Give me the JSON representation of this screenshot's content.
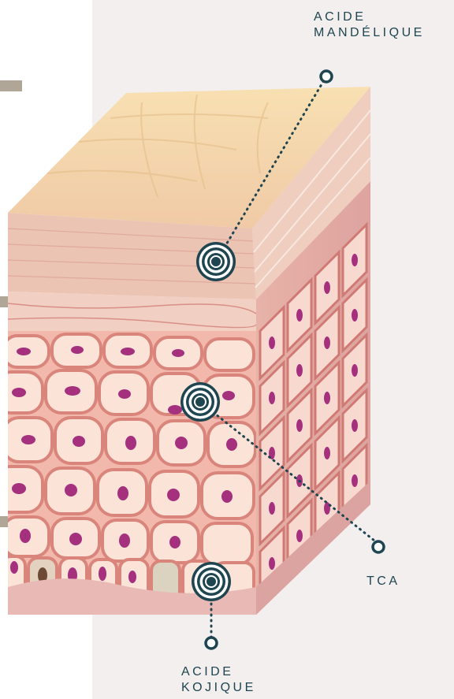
{
  "colors": {
    "background": "#ffffff",
    "panel": "#f3efee",
    "side_marks": "#b0a697",
    "marker": "#1e4550",
    "surface_top": "#f7dcad",
    "surface_layer": "#ecc2b3",
    "cell_fill": "#fbe3d7",
    "cell_border": "#d9857c",
    "nucleus": "#a5307e",
    "base_layer": "#e9b9b5"
  },
  "labels": {
    "mandelic": {
      "line1": "ACIDE",
      "line2": "MANDÉLIQUE"
    },
    "tca": {
      "line1": "TCA"
    },
    "kojic": {
      "line1": "ACIDE",
      "line2": "KOJIQUE"
    }
  },
  "markers": [
    {
      "name": "mandelic-target-icon",
      "leads_to": "mandelic"
    },
    {
      "name": "tca-target-icon",
      "leads_to": "tca"
    },
    {
      "name": "kojic-target-icon",
      "leads_to": "kojic"
    }
  ]
}
